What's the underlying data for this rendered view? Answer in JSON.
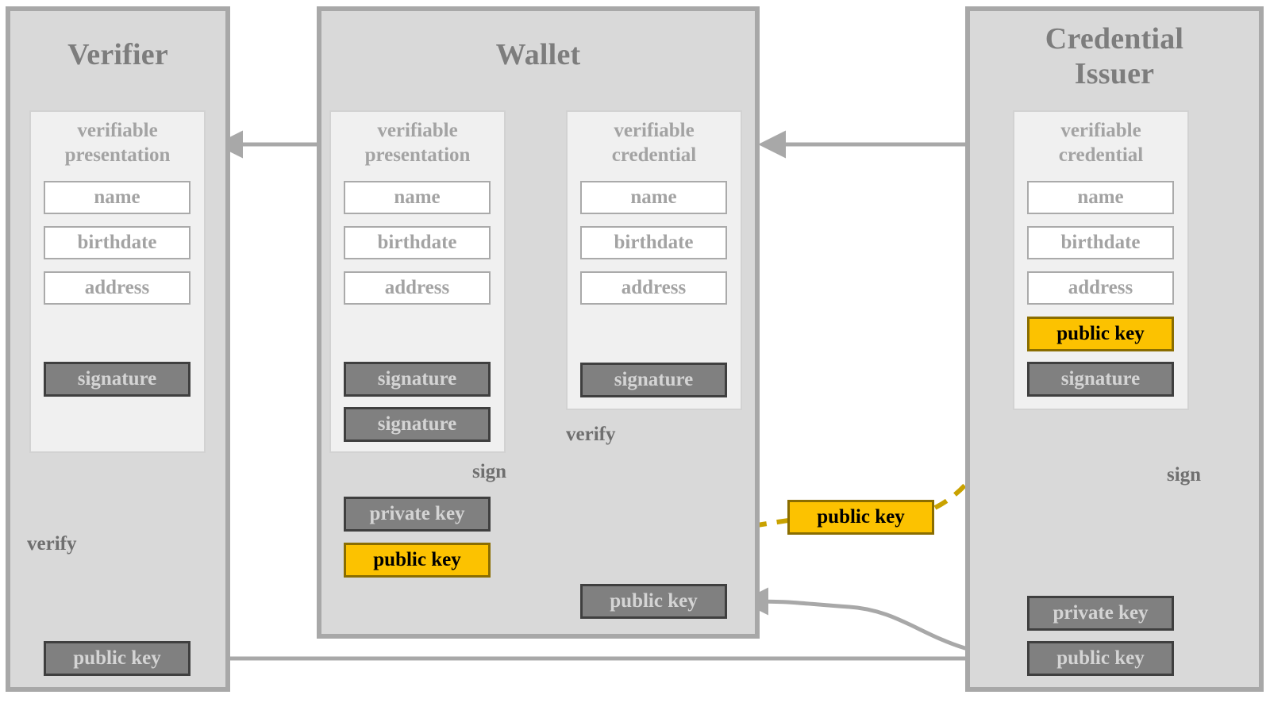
{
  "diagram": {
    "title_alt": "Verifiable Credential exchange between Verifier, Wallet and Credential Issuer",
    "colors": {
      "panel_fill": "#d9d9d9",
      "panel_border": "#a8a8a8",
      "doc_fill": "#f0f0f0",
      "doc_border": "#d2d2d2",
      "field_fill": "#ffffff",
      "field_border": "#aaaaaa",
      "secret_fill": "#808080",
      "secret_border": "#3f3f3f",
      "secret_text": "#d4d4d4",
      "accent_yellow": "#fcc200",
      "accent_yellow_border": "#8a6d00",
      "arrow_gray": "#a8a8a8",
      "dashed_gray": "#a8a8a8",
      "dashed_yellow": "#c9a200",
      "title_text": "#7d7d7d",
      "label_text": "#a3a3a3"
    }
  },
  "verifier": {
    "title": "Verifier",
    "presentation": {
      "title": "verifiable\npresentation",
      "title_line1": "verifiable",
      "title_line2": "presentation",
      "fields": [
        "name",
        "birthdate",
        "address"
      ],
      "signature": "signature"
    },
    "public_key": "public key",
    "verify_label": "verify"
  },
  "wallet": {
    "title": "Wallet",
    "presentation": {
      "title_line1": "verifiable",
      "title_line2": "presentation",
      "fields": [
        "name",
        "birthdate",
        "address"
      ],
      "signatures": [
        "signature",
        "signature"
      ]
    },
    "credential": {
      "title_line1": "verifiable",
      "title_line2": "credential",
      "fields": [
        "name",
        "birthdate",
        "address"
      ],
      "signature": "signature"
    },
    "private_key": "private key",
    "public_key_own": "public key",
    "public_key_issuer": "public key",
    "sign_label": "sign",
    "verify_label": "verify"
  },
  "issuer": {
    "title_line1": "Credential",
    "title_line2": "Issuer",
    "credential": {
      "title_line1": "verifiable",
      "title_line2": "credential",
      "fields": [
        "name",
        "birthdate",
        "address"
      ],
      "public_key": "public key",
      "signature": "signature"
    },
    "private_key": "private key",
    "public_key": "public key",
    "sign_label": "sign"
  },
  "floating": {
    "public_key": "public key"
  }
}
